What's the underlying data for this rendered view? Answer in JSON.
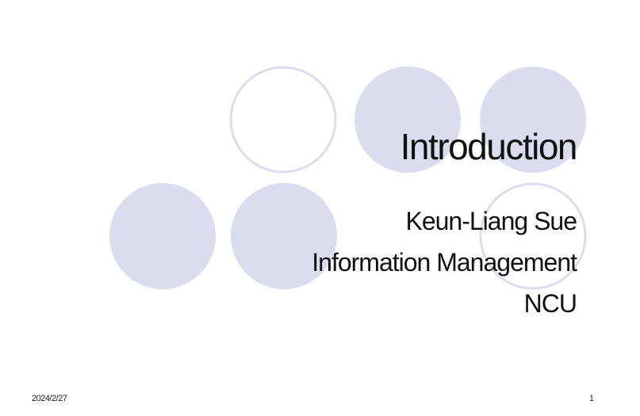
{
  "slide": {
    "title": "Introduction",
    "subtitle_lines": [
      "Keun-Liang Sue",
      "Information Management",
      "NCU"
    ],
    "footer_date": "2024/2/27",
    "page_number": "1"
  },
  "colors": {
    "circle_fill": "#dcdcef",
    "circle_outline": "#dcdcef",
    "text": "#111111",
    "background": "#ffffff"
  }
}
